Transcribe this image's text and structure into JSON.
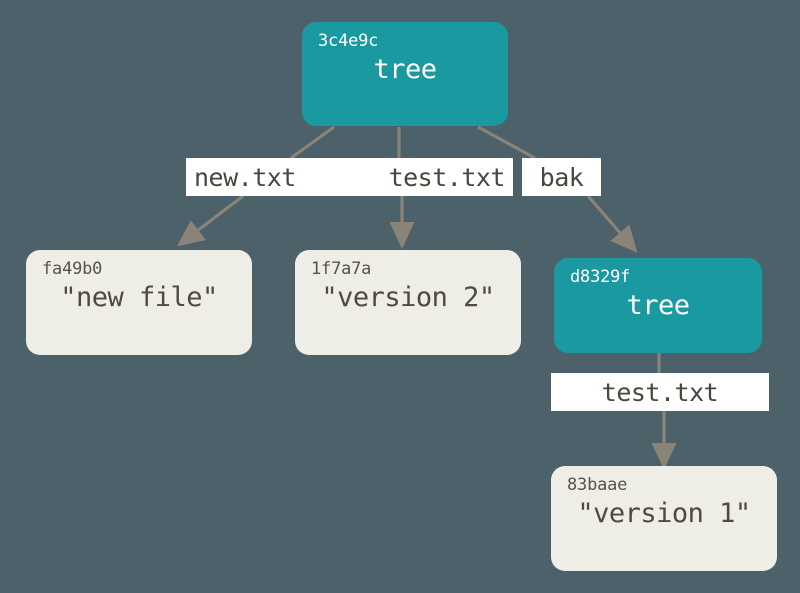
{
  "diagram": {
    "title": "git-tree-objects",
    "background_color": "#4c6169",
    "tree_color": "#1a99a0",
    "blob_color": "#eeeee6",
    "label_color": "#ffffff",
    "arrow_color": "#8a8378",
    "nodes": [
      {
        "id": "root-tree",
        "hash": "3c4e9c",
        "content": "tree",
        "type": "tree"
      },
      {
        "id": "blob-new-file",
        "hash": "fa49b0",
        "content": "\"new file\"",
        "type": "blob"
      },
      {
        "id": "blob-version-2",
        "hash": "1f7a7a",
        "content": "\"version 2\"",
        "type": "blob"
      },
      {
        "id": "bak-tree",
        "hash": "d8329f",
        "content": "tree",
        "type": "tree"
      },
      {
        "id": "blob-version-1",
        "hash": "83baae",
        "content": "\"version 1\"",
        "type": "blob"
      }
    ],
    "edges": [
      {
        "id": "edge-new-txt",
        "label": "new.txt",
        "from": "root-tree",
        "to": "blob-new-file"
      },
      {
        "id": "edge-test-txt-root",
        "label": "test.txt",
        "from": "root-tree",
        "to": "blob-version-2"
      },
      {
        "id": "edge-bak",
        "label": "bak",
        "from": "root-tree",
        "to": "bak-tree"
      },
      {
        "id": "edge-test-txt-bak",
        "label": "test.txt",
        "from": "bak-tree",
        "to": "blob-version-1"
      }
    ]
  }
}
